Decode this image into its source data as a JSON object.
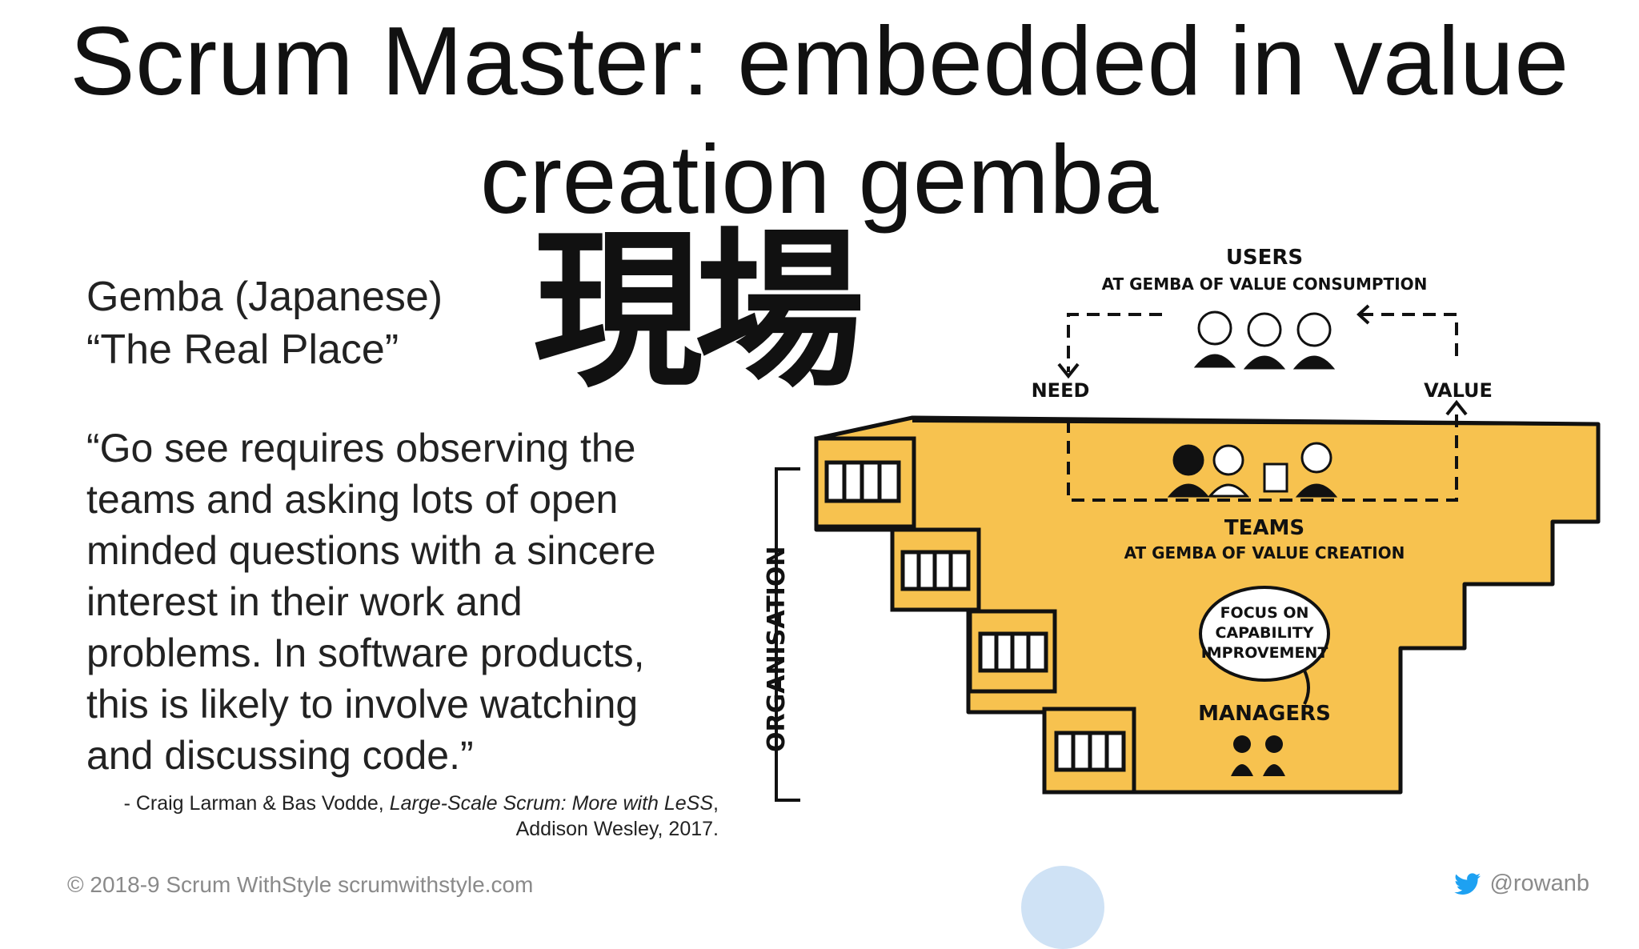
{
  "title": {
    "line1": "Scrum Master: embedded in value",
    "line2": "creation gemba"
  },
  "kanji": "現場",
  "gemba": {
    "line1": "Gemba (Japanese)",
    "line2": "“The Real Place”"
  },
  "quote": {
    "lines": [
      "“Go see requires observing the",
      "teams and asking lots of open",
      "minded questions with a sincere",
      "interest in their work and",
      "problems. In software products,",
      "this is likely to involve watching",
      "and discussing code.”"
    ]
  },
  "citation": {
    "prefix": "- Craig Larman & Bas Vodde, ",
    "book": "Large-Scale Scrum: More with LeSS",
    "suffix": ",",
    "line2": "Addison Wesley, 2017."
  },
  "illustration": {
    "users": "USERS",
    "users_sub": "AT GEMBA OF VALUE CONSUMPTION",
    "need": "NEED",
    "value": "VALUE",
    "teams": "TEAMS",
    "teams_sub": "AT GEMBA OF VALUE CREATION",
    "bubble": [
      "FOCUS ON",
      "CAPABILITY",
      "IMPROVEMENT"
    ],
    "managers": "MANAGERS",
    "organisation": "ORGANISATION",
    "colors": {
      "building": "#f7c24f",
      "ink": "#111111"
    }
  },
  "footer": {
    "copyright": "© 2018-9 Scrum WithStyle scrumwithstyle.com",
    "handle": "@rowanb",
    "twitter_icon": "twitter-bird-icon"
  }
}
